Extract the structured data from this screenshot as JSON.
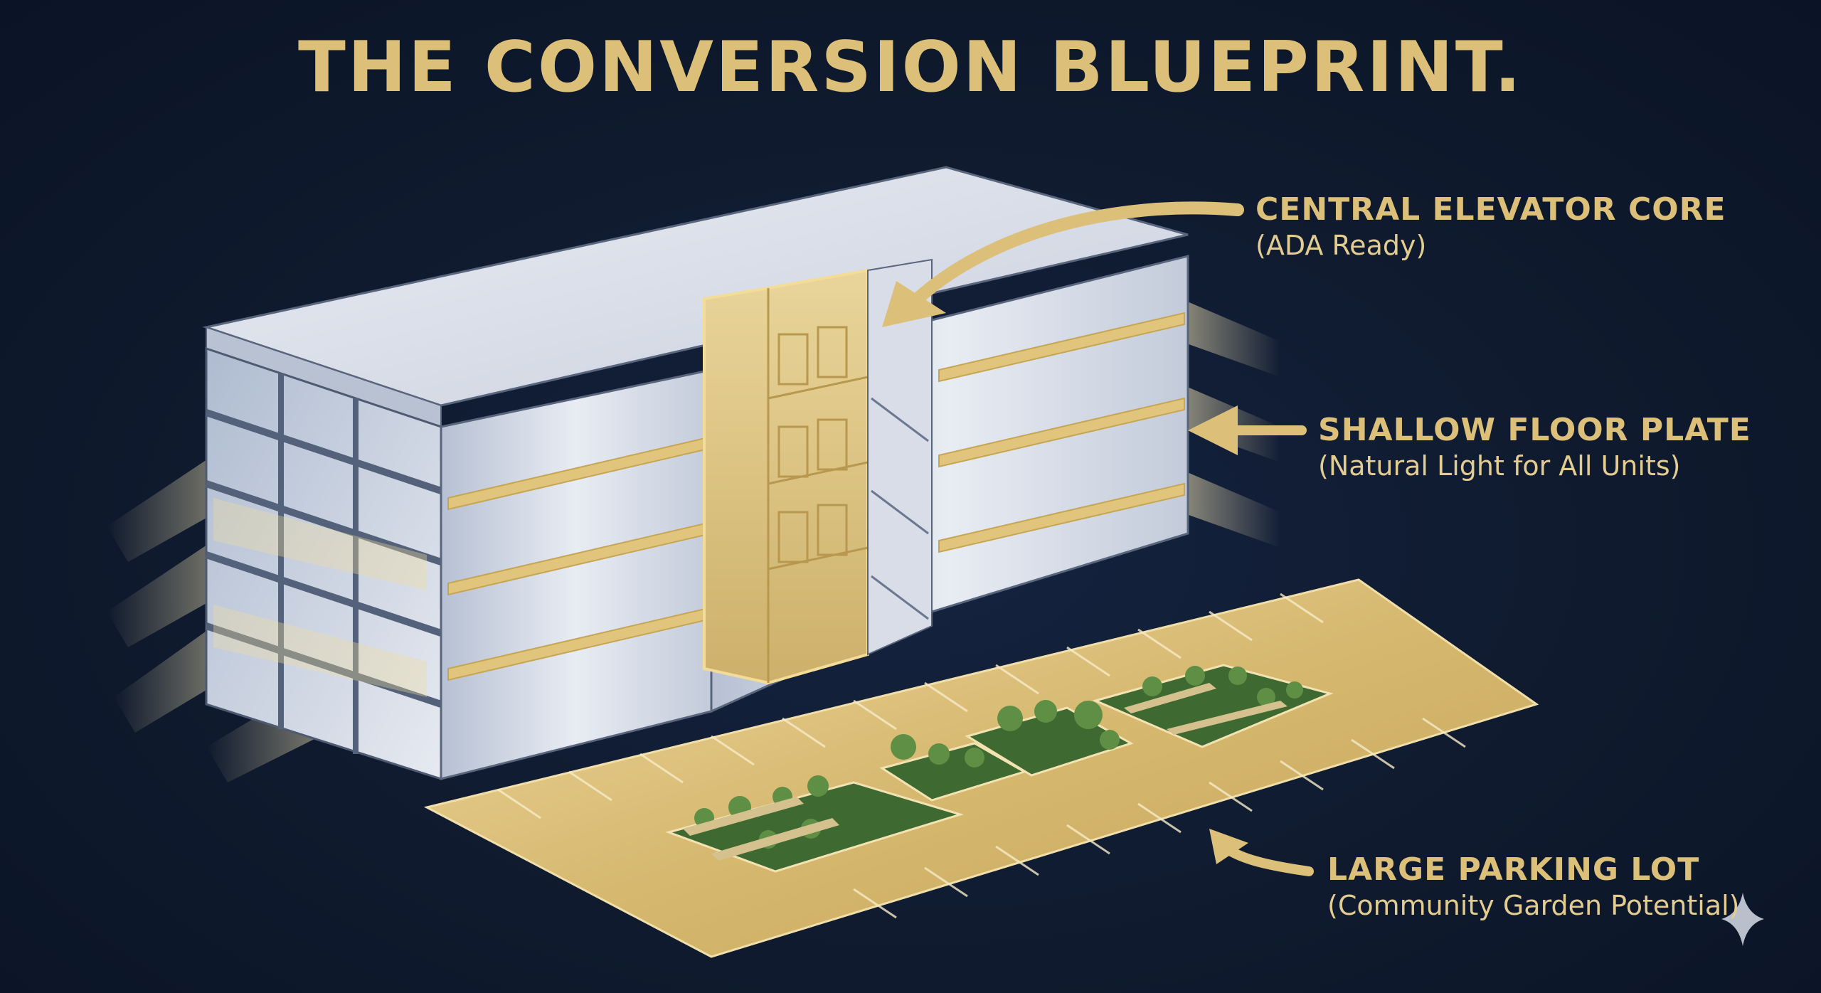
{
  "title": "THE CONVERSION BLUEPRINT.",
  "callouts": {
    "elevator": {
      "heading": "CENTRAL ELEVATOR CORE",
      "sub": "(ADA Ready)"
    },
    "floor_plate": {
      "heading": "SHALLOW FLOOR PLATE",
      "sub": "(Natural Light for All Units)"
    },
    "parking": {
      "heading": "LARGE PARKING LOT",
      "sub": "(Community Garden Potential)"
    }
  },
  "icons": {
    "sparkle": "sparkle-icon"
  },
  "colors": {
    "background": "#0f1a2e",
    "gold": "#dcc07a",
    "building": "#dfe4ee",
    "garden": "#4e7a3a"
  }
}
